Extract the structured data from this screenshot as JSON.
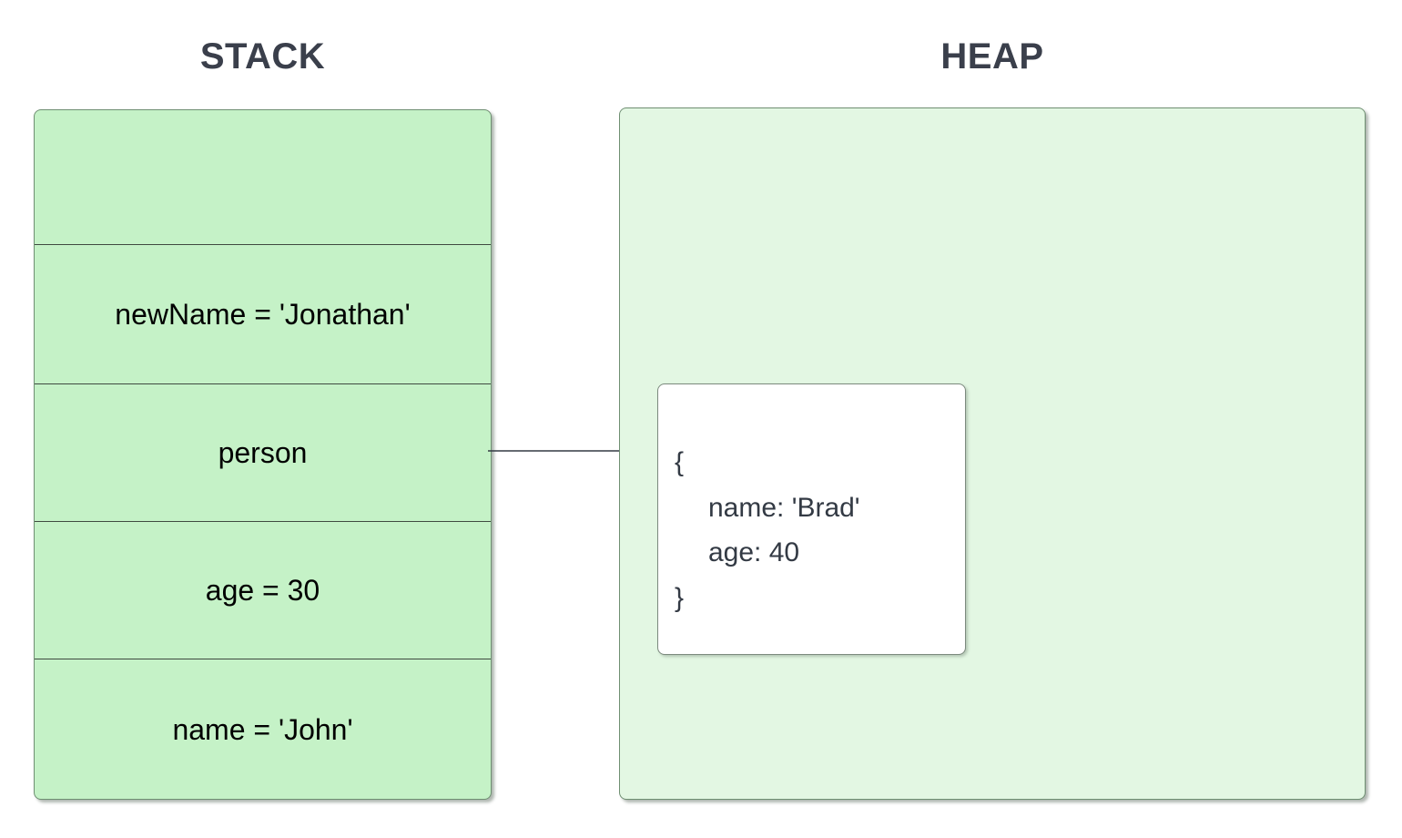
{
  "diagram": {
    "stack": {
      "title": "STACK",
      "cells": [
        {
          "label": ""
        },
        {
          "label": "newName = 'Jonathan'"
        },
        {
          "label": "person"
        },
        {
          "label": "age = 30"
        },
        {
          "label": "name = 'John'"
        }
      ]
    },
    "heap": {
      "title": "HEAP",
      "object": {
        "open_brace": "{",
        "properties": [
          "name: 'Brad'",
          "age: 40"
        ],
        "close_brace": "}"
      }
    },
    "pointer": {
      "from": "person",
      "to": "heap-object",
      "icon": "arrow-right-icon"
    },
    "colors": {
      "stack_fill": "#c5f2c7",
      "heap_fill": "#e3f7e3",
      "object_fill": "#ffffff",
      "border": "#6f8f72",
      "title_text": "#3a3f4b",
      "cell_text": "#000000",
      "object_text": "#333a44",
      "arrow": "#333a44",
      "background": "#ffffff"
    }
  }
}
